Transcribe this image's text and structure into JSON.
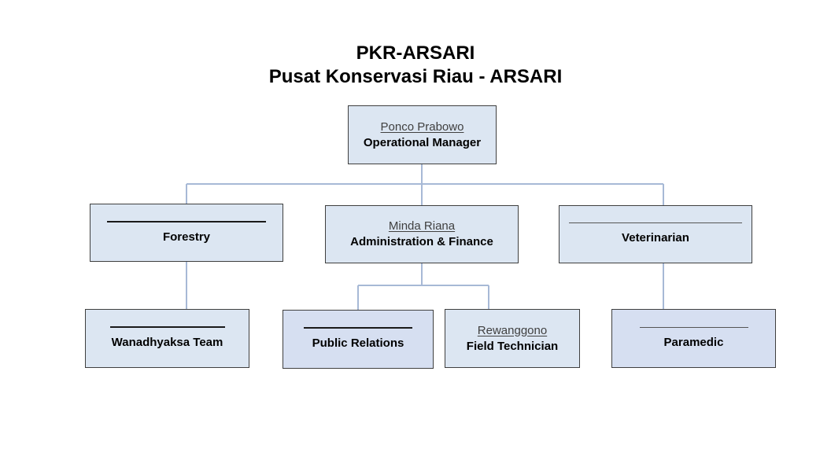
{
  "header": {
    "title": "PKR-ARSARI",
    "subtitle": "Pusat Konservasi Riau - ARSARI"
  },
  "colors": {
    "box_fill": "#dce6f2",
    "box_fill_alt": "#d6dff1",
    "box_border": "#3f3f3f",
    "connector": "#a7b9d6"
  },
  "org": {
    "manager": {
      "name": "Ponco Prabowo",
      "role": "Operational Manager"
    },
    "forestry": {
      "name": "",
      "role": "Forestry"
    },
    "admin": {
      "name": "Minda Riana",
      "role": "Administration & Finance"
    },
    "veterinarian": {
      "name": "",
      "role": "Veterinarian"
    },
    "wanadhyaksa": {
      "name": "",
      "role": "Wanadhyaksa Team"
    },
    "public_relations": {
      "name": "",
      "role": "Public Relations"
    },
    "field_technician": {
      "name": "Rewanggono",
      "role": "Field Technician"
    },
    "paramedic": {
      "name": "",
      "role": "Paramedic"
    }
  }
}
